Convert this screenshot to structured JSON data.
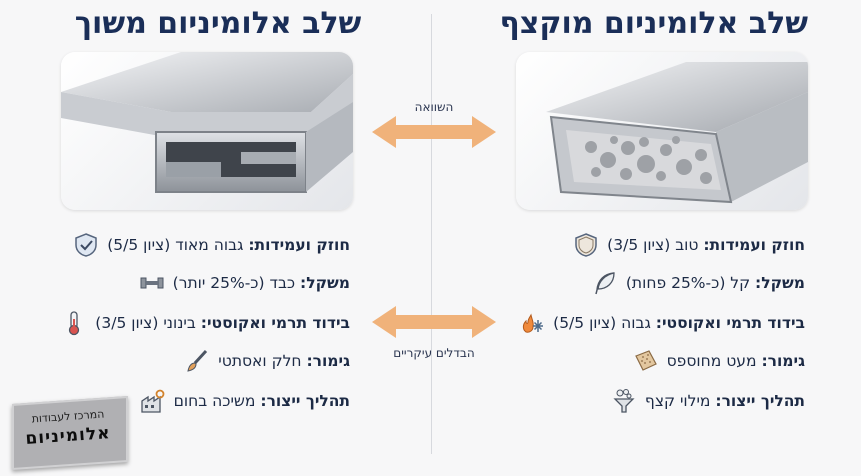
{
  "titles": {
    "left": "שלב אלומיניום משוך",
    "right": "שלב אלומיניום מוקצף"
  },
  "arrows": {
    "compare_label": "השוואה",
    "differences_label": "הבדלים עיקריים"
  },
  "left_list": [
    {
      "icon": "shield-check-icon",
      "bold": "חוזק ועמידות:",
      "text": " גבוה מאוד (ציון 5/5)"
    },
    {
      "icon": "dumbbell-icon",
      "bold": "משקל:",
      "text": " כבד (כ-25% יותר)"
    },
    {
      "icon": "thermometer-icon",
      "bold": "בידוד תרמי ואקוסטי:",
      "text": " בינוני (ציון 3/5)"
    },
    {
      "icon": "paintbrush-icon",
      "bold": "גימור:",
      "text": " חלק ואסתטי"
    },
    {
      "icon": "factory-gear-icon",
      "bold": "תהליך ייצור:",
      "text": " משיכה בחום"
    }
  ],
  "right_list": [
    {
      "icon": "shield-icon",
      "bold": "חוזק ועמידות:",
      "text": " טוב (ציון 3/5)"
    },
    {
      "icon": "feather-icon",
      "bold": "משקל:",
      "text": " קל (כ-25% פחות)"
    },
    {
      "icon": "fire-snowflake-icon",
      "bold": "בידוד תרמי ואקוסטי:",
      "text": " גבוה (ציון 5/5)"
    },
    {
      "icon": "textured-surface-icon",
      "bold": "גימור:",
      "text": " מעט מחוספס"
    },
    {
      "icon": "foam-funnel-icon",
      "bold": "תהליך ייצור:",
      "text": " מילוי קצף"
    }
  ],
  "logo": {
    "top_text": "המרכז לעבודות",
    "main_text": "אלומיניום"
  },
  "colors": {
    "title": "#1a2e58",
    "arrow": "#f0b27a",
    "text": "#1c2a45"
  }
}
